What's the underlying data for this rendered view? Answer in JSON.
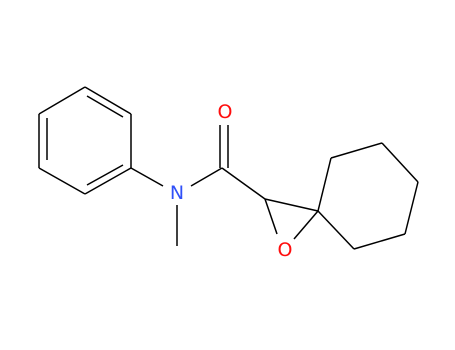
{
  "structure": {
    "atoms": {
      "oxygen_carbonyl": {
        "label": "O",
        "color": "#ff0d0d"
      },
      "nitrogen": {
        "label": "N",
        "color": "#3050f8"
      },
      "oxygen_epoxide": {
        "label": "O",
        "color": "#ff0d0d"
      }
    },
    "colors": {
      "bond": "#000000",
      "oxygen": "#ff0d0d",
      "nitrogen": "#3050f8"
    }
  }
}
